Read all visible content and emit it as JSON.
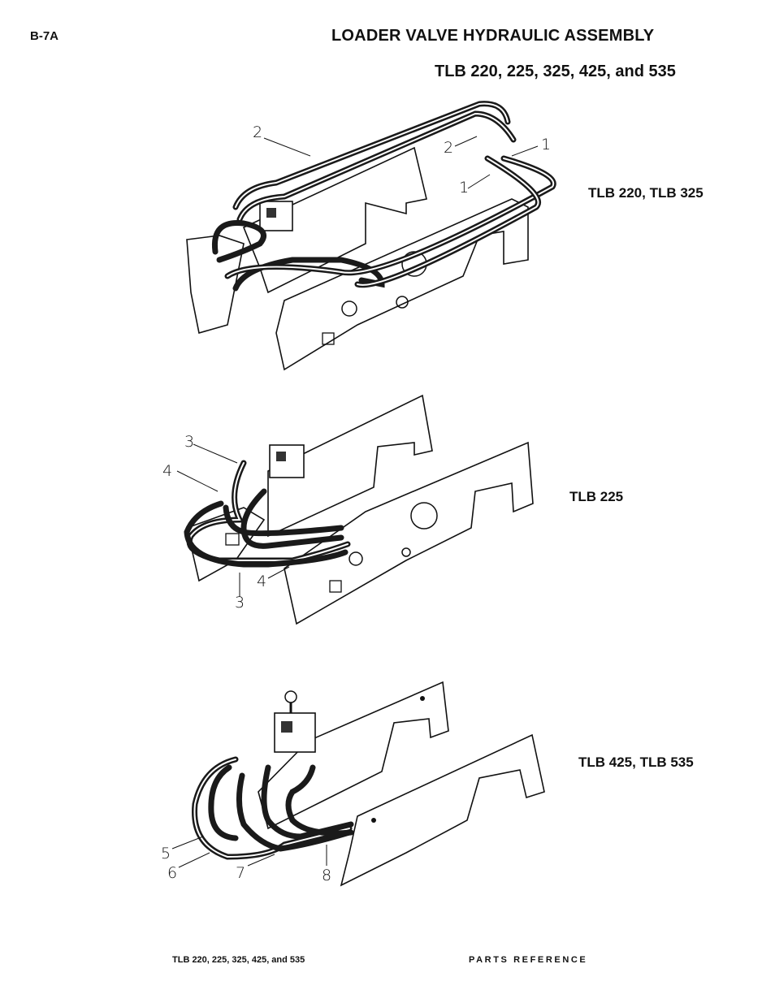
{
  "header": {
    "page_id": "B-7A",
    "title": "LOADER VALVE HYDRAULIC ASSEMBLY",
    "subtitle": "TLB 220, 225, 325, 425, and 535"
  },
  "figures": [
    {
      "variant_label": "TLB 220, TLB 325",
      "callouts": [
        "2",
        "2",
        "1",
        "1"
      ]
    },
    {
      "variant_label": "TLB 225",
      "callouts": [
        "3",
        "4",
        "4",
        "3"
      ]
    },
    {
      "variant_label": "TLB 425, TLB 535",
      "callouts": [
        "5",
        "6",
        "7",
        "8"
      ]
    }
  ],
  "footer": {
    "models": "TLB 220, 225, 325, 425, and 535",
    "section": "PARTS REFERENCE"
  }
}
